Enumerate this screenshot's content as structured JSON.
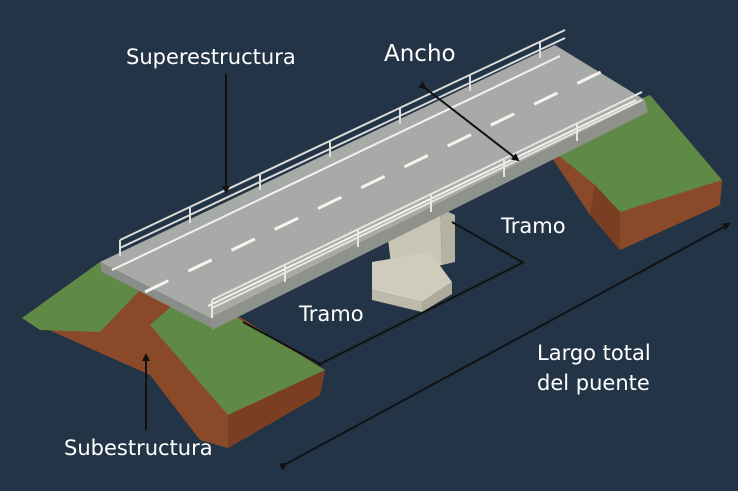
{
  "labels": {
    "superestructura": "Superestructura",
    "ancho": "Ancho",
    "tramo_right": "Tramo",
    "tramo_left": "Tramo",
    "largo_line1": "Largo total",
    "largo_line2": "del puente",
    "subestructura": "Subestructura"
  },
  "colors": {
    "background": "#243447",
    "road": "#a7aaa6",
    "grass": "#5f8a45",
    "soil": "#8a4a2a",
    "pier": "#c9c6b6",
    "text": "#ffffff",
    "lines": "#111111"
  }
}
